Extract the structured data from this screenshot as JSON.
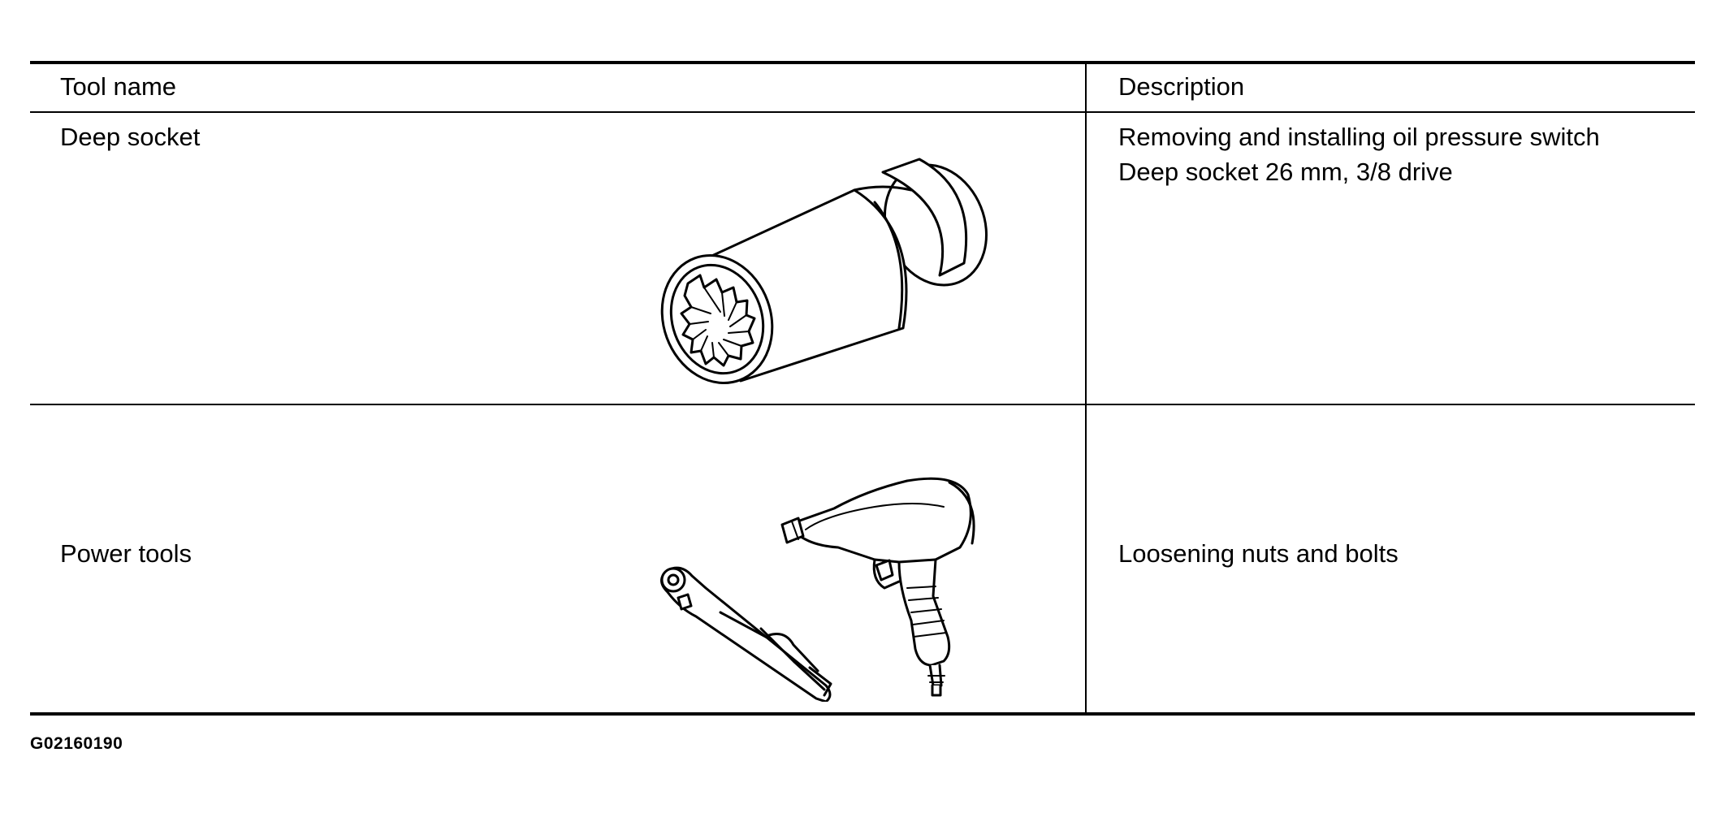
{
  "table": {
    "headers": {
      "tool_name": "Tool name",
      "description": "Description"
    },
    "rows": [
      {
        "tool_name": "Deep socket",
        "description_lines": [
          "Removing and installing oil pressure switch",
          "Deep socket 26 mm, 3/8 drive"
        ],
        "illustration": "deep-socket-illustration"
      },
      {
        "tool_name": "Power tools",
        "description_lines": [
          "Loosening nuts and bolts"
        ],
        "illustration": "power-tools-illustration"
      }
    ]
  },
  "figure_code": "G02160190"
}
